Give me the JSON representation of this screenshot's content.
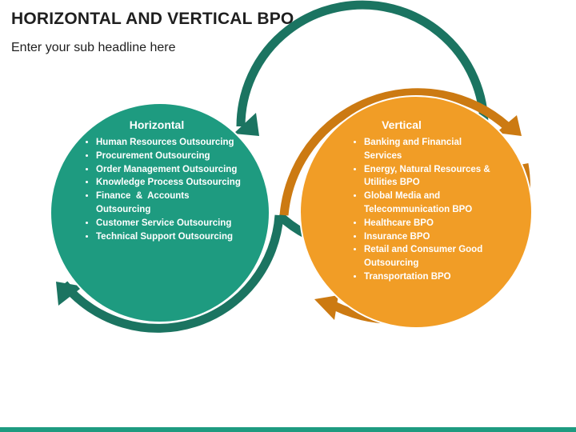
{
  "page": {
    "title": "HORIZONTAL AND VERTICAL BPO",
    "subtitle": "Enter your sub headline here"
  },
  "colors": {
    "teal_ring": "#1b7461",
    "teal_fill": "#1e9b80",
    "orange_ring": "#cc7a12",
    "orange_fill": "#f19d26",
    "bottom_bar": "#1e9b80"
  },
  "horizontal": {
    "heading": "Horizontal",
    "items": [
      "Human Resources Outsourcing",
      "Procurement Outsourcing",
      "Order Management Outsourcing",
      "Knowledge Process Outsourcing",
      "Finance  &  Accounts Outsourcing",
      "Customer Service Outsourcing",
      "Technical Support Outsourcing"
    ]
  },
  "vertical": {
    "heading": "Vertical",
    "items": [
      "Banking and Financial Services",
      "Energy, Natural Resources & Utilities BPO",
      "Global Media and Telecommunication BPO",
      "Healthcare BPO",
      "Insurance BPO",
      "Retail and Consumer Good Outsourcing",
      "Transportation BPO"
    ]
  }
}
